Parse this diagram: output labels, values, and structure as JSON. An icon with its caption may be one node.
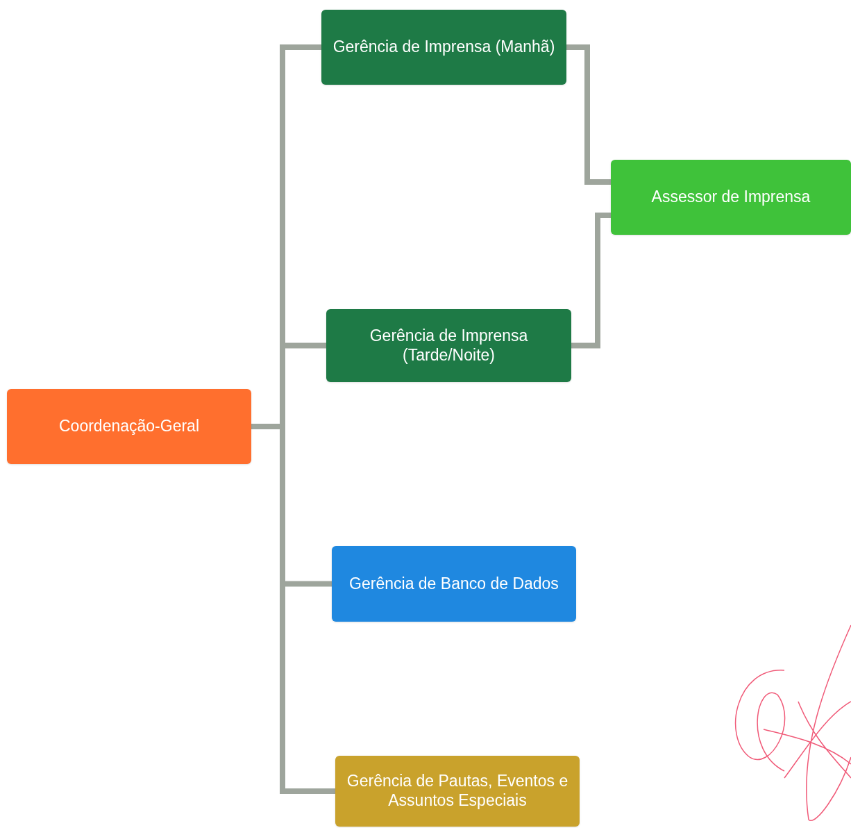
{
  "diagram": {
    "nodes": [
      {
        "text": [
          "Coordenação-Geral"
        ]
      },
      {
        "text": [
          "Gerência de Imprensa (Manhã)"
        ]
      },
      {
        "text": [
          "Assessor de Imprensa"
        ]
      },
      {
        "text": [
          "Gerência de Imprensa (Tarde/Noite)"
        ]
      },
      {
        "text": [
          "Gerência de Banco de Dados"
        ]
      },
      {
        "text": [
          "Gerência de Pautas, Eventos e Assuntos Especiais"
        ]
      }
    ],
    "edges": [
      {
        "from": 0,
        "to": 1,
        "arrow": "none"
      },
      {
        "from": 0,
        "to": 3,
        "arrow": "none"
      },
      {
        "from": 0,
        "to": 4,
        "arrow": "none"
      },
      {
        "from": 0,
        "to": 5,
        "arrow": "none"
      },
      {
        "from": 1,
        "to": 2,
        "arrow": "none"
      },
      {
        "from": 3,
        "to": 2,
        "arrow": "none"
      }
    ]
  }
}
